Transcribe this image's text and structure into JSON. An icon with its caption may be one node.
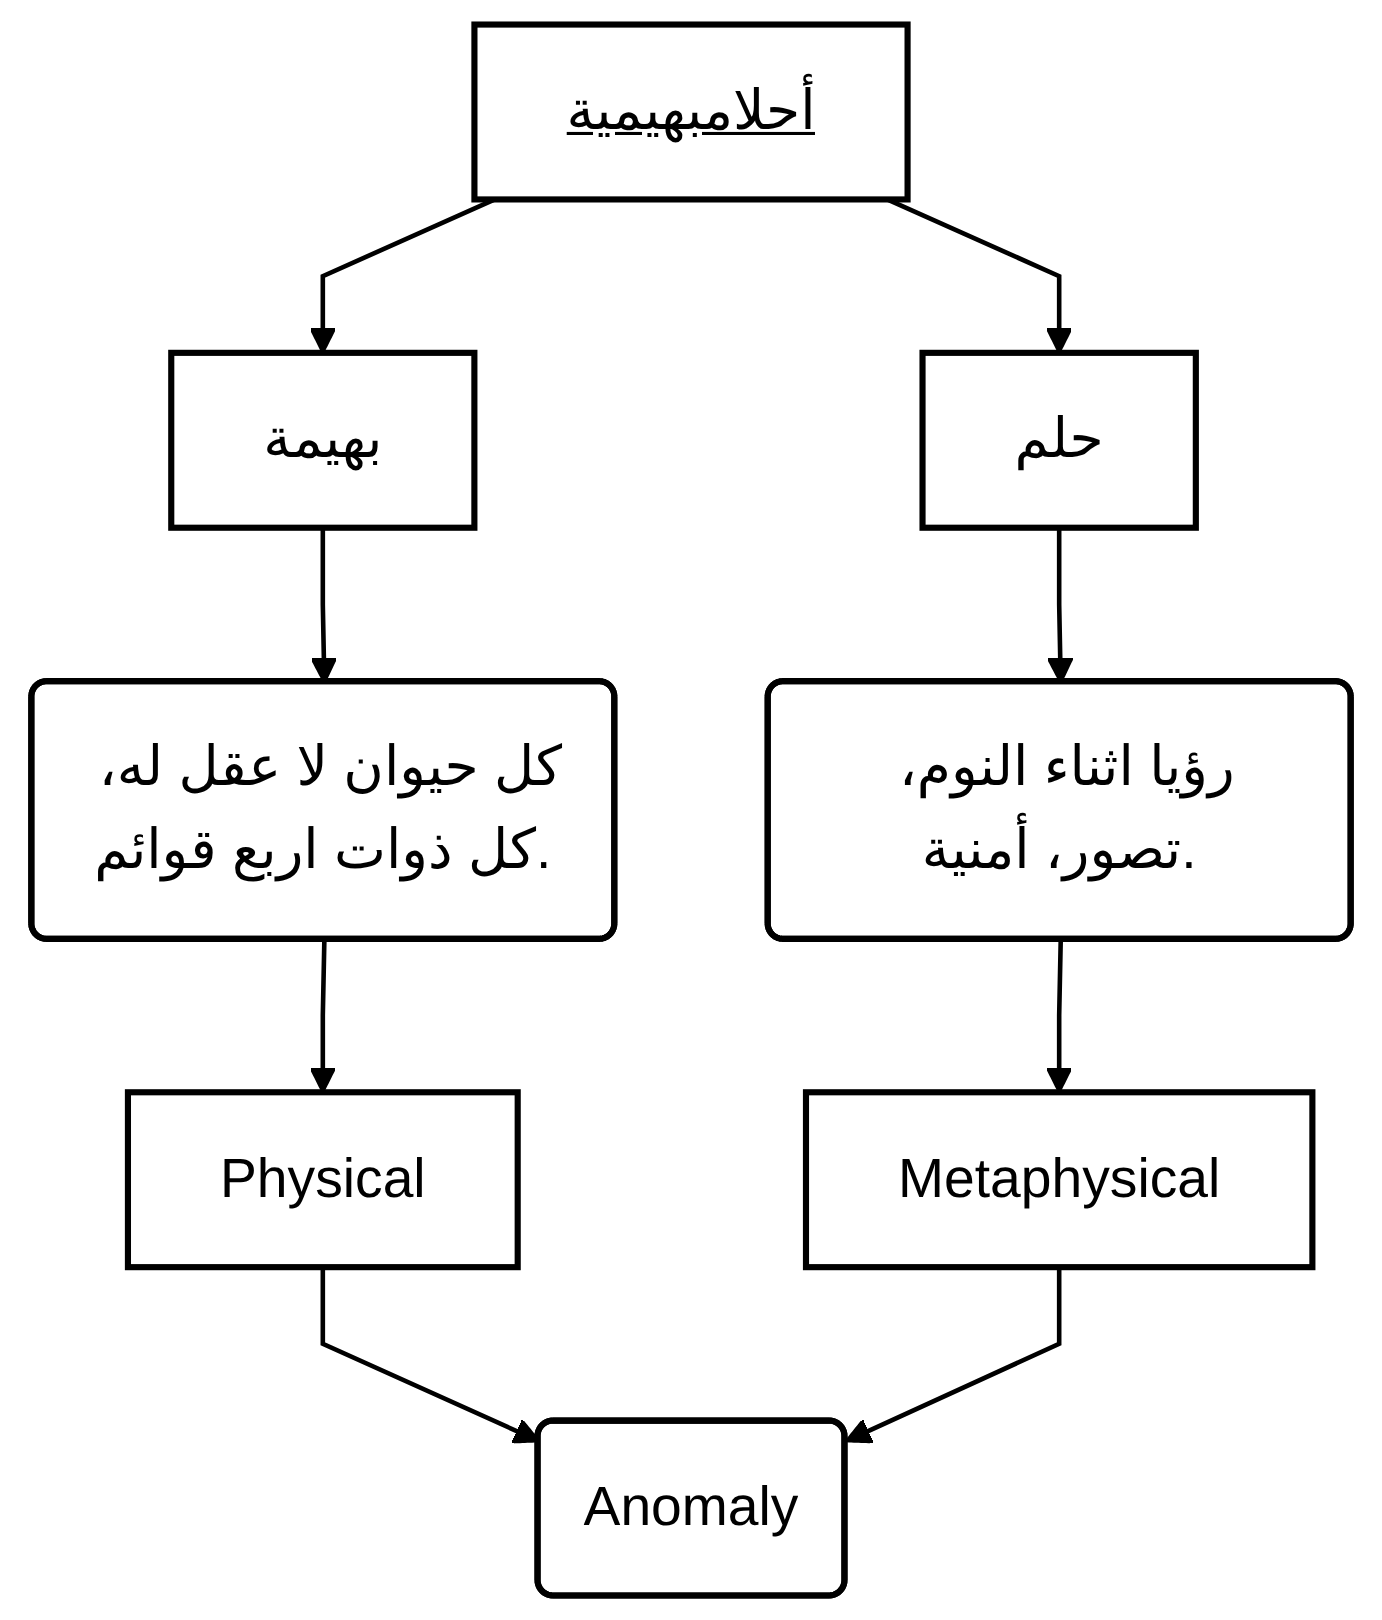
{
  "diagram": {
    "nodes": [
      {
        "text": [
          "أحلامبهيمية"
        ]
      },
      {
        "text": [
          "بهيمة"
        ]
      },
      {
        "text": [
          "حلم"
        ]
      },
      {
        "text": [
          "كل حيوان لا عقل له، كل ذوات اربع قوائم."
        ]
      },
      {
        "text": [
          "رؤيا اثناء النوم، تصور، أمنية."
        ]
      },
      {
        "text": [
          "Physical"
        ]
      },
      {
        "text": [
          "Metaphysical"
        ]
      },
      {
        "text": [
          "Anomaly"
        ]
      }
    ],
    "edges": [
      {
        "from": 0,
        "to": 1,
        "arrow": "to"
      },
      {
        "from": 0,
        "to": 2,
        "arrow": "to"
      },
      {
        "from": 1,
        "to": 3,
        "arrow": "to"
      },
      {
        "from": 2,
        "to": 4,
        "arrow": "to"
      },
      {
        "from": 3,
        "to": 5,
        "arrow": "to"
      },
      {
        "from": 4,
        "to": 6,
        "arrow": "to"
      },
      {
        "from": 5,
        "to": 7,
        "arrow": "to"
      },
      {
        "from": 6,
        "to": 7,
        "arrow": "to"
      }
    ]
  }
}
